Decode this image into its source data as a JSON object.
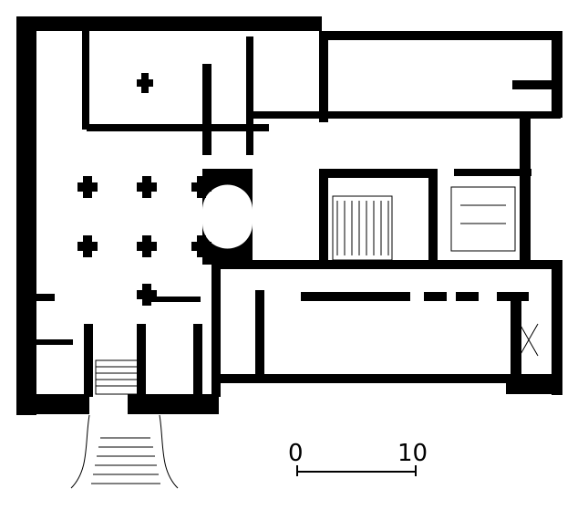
{
  "title": "Floor plan",
  "scale": {
    "start_label": "0",
    "end_label": "10"
  },
  "colors": {
    "ink": "#000000",
    "paper": "#ffffff"
  }
}
